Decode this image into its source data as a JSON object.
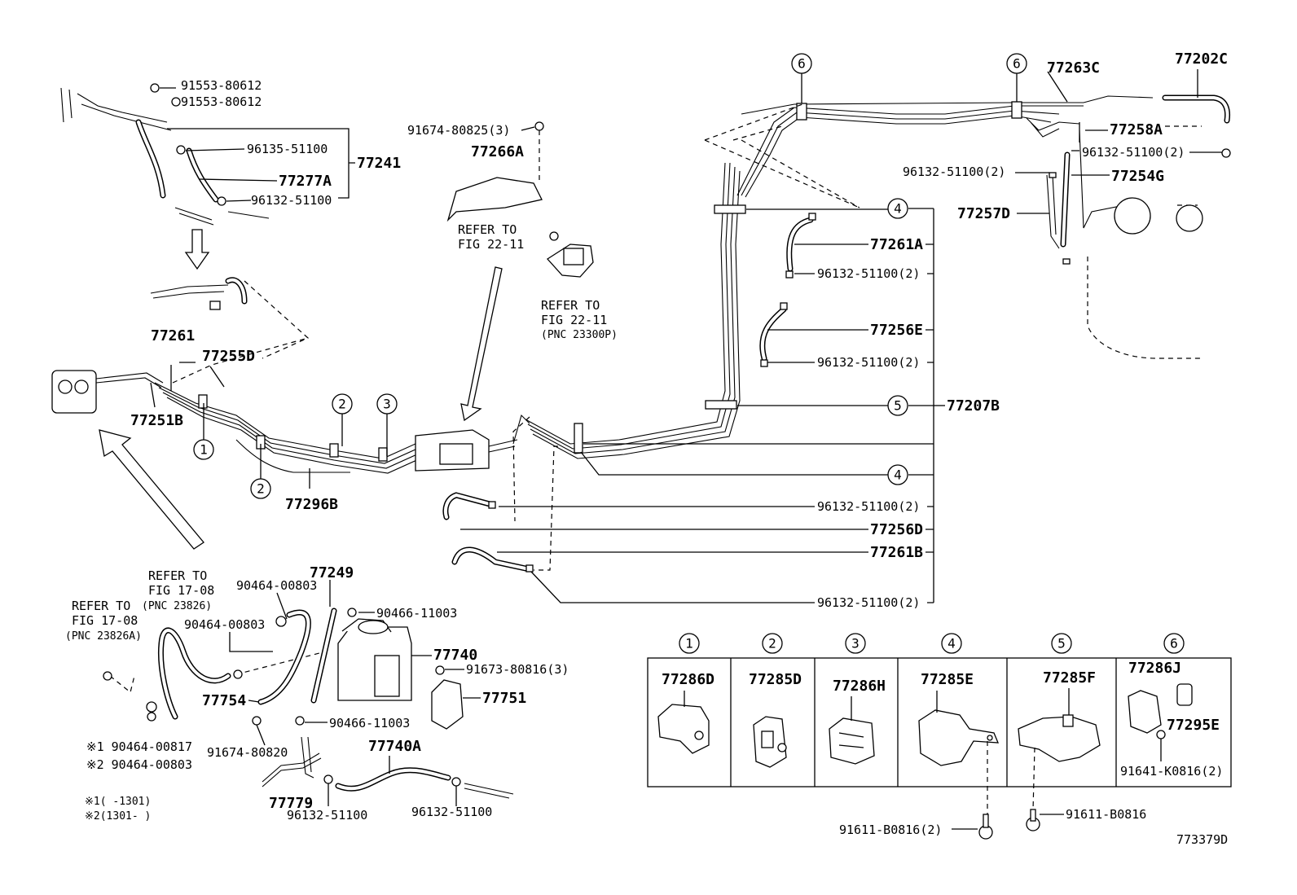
{
  "labels": {
    "p91553_a": "91553-80612",
    "p91553_b": "91553-80612",
    "p96135": "96135-51100",
    "p77277A": "77277A",
    "p77241": "77241",
    "p96132_top": "96132-51100",
    "p91674_80825": "91674-80825(3)",
    "p77266A": "77266A",
    "refer_fig_22_11_a1": "REFER TO",
    "refer_fig_22_11_a2": "FIG 22-11",
    "refer_fig_22_11_b1": "REFER TO",
    "refer_fig_22_11_b2": "FIG 22-11",
    "refer_fig_22_11_b3": "(PNC 23300P)",
    "p77261": "77261",
    "p77255D": "77255D",
    "p77251B": "77251B",
    "p77296B": "77296B",
    "p77202C": "77202C",
    "p77263C": "77263C",
    "p77258A": "77258A",
    "p96132_2_a": "96132-51100(2)",
    "p96132_2_b": "96132-51100(2)",
    "p77254G": "77254G",
    "p77257D": "77257D",
    "p77261A": "77261A",
    "p96132_2_c": "96132-51100(2)",
    "p77256E": "77256E",
    "p96132_2_d": "96132-51100(2)",
    "p77207B": "77207B",
    "p96132_2_e": "96132-51100(2)",
    "p77256D": "77256D",
    "p77261B": "77261B",
    "p96132_2_f": "96132-51100(2)",
    "refer_fig_17_08_a1": "REFER TO",
    "refer_fig_17_08_a2": "FIG 17-08",
    "refer_fig_17_08_a3": "(PNC 23826)",
    "refer_fig_17_08_b1": "REFER TO",
    "refer_fig_17_08_b2": "FIG 17-08",
    "refer_fig_17_08_b3": "(PNC 23826A)",
    "p90464_00803_a": "90464-00803",
    "p77249": "77249",
    "p90466_11003_a": "90466-11003",
    "p90464_00803_b": "90464-00803",
    "p77740": "77740",
    "p91673": "91673-80816(3)",
    "p77751": "77751",
    "p77754": "77754",
    "p90466_11003_b": "90466-11003",
    "p91674_80820": "91674-80820",
    "p77740A": "77740A",
    "note1_part": "※1 90464-00817",
    "note2_part": "※2 90464-00803",
    "p77779": "77779",
    "p96132_bottom_a": "96132-51100",
    "p96132_bottom_b": "96132-51100",
    "footnote1": "※1(     -1301)",
    "footnote2": "※2(1301-     )",
    "p91611_a": "91611-B0816(2)",
    "p91611_b": "91611-B0816",
    "figure_id": "773379D"
  },
  "callouts": [
    "1",
    "2",
    "3",
    "4",
    "5",
    "6"
  ],
  "clamp_table": {
    "headers": [
      "1",
      "2",
      "3",
      "4",
      "5",
      "6"
    ],
    "parts": [
      "77286D",
      "77285D",
      "77286H",
      "77285E",
      "77285F",
      "77286J"
    ],
    "extra_part": "77295E",
    "extra_bolt": "91641-K0816(2)"
  }
}
